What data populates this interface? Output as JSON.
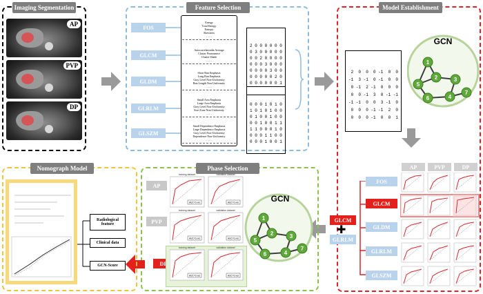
{
  "panels": {
    "imaging": {
      "title": "Imaging Segmentation",
      "phases": [
        "AP",
        "PVP",
        "DP"
      ]
    },
    "feature": {
      "title": "Feature Selection",
      "buttons": [
        "FOS",
        "GLCM",
        "GLDM",
        "GLRLM",
        "GLSZM"
      ],
      "lists": [
        [
          "Energy",
          "Total Energy",
          "Entropy",
          "Skewness",
          "……"
        ],
        [
          "Autocorrelationlat Average",
          "Cluster Prominence",
          "Cluster Shade",
          "……"
        ],
        [
          "Short Run Emphasis",
          "Long Run Emphasis",
          "Gray Level Non-Uniformity",
          "Run Length Non-Uniformity",
          "……"
        ],
        [
          "Small Area Emphasis",
          "Large Area Emphasis",
          "Gray Level Non-Uniformity",
          "Size-Zone Non-Uniformity",
          "……"
        ],
        [
          "Small Dependence Emphasis",
          "Large Dependence Emphasis",
          "Gray Level Non-Uniformity",
          "Dependence Non-Uniformity",
          "……"
        ]
      ],
      "matrix_top": [
        "2 0 0 0 0 0 0",
        "0 3 0 0 0 0 0",
        "0 0 2 0 0 0 0",
        "0 0 0 3 0 0 0",
        "0 0 0 0 3 0 0",
        "0 0 0 0 0 2 0",
        "0 0 0 0 0 0 1"
      ],
      "matrix_bottom": [
        "0 0 0 1 0 1 0",
        "1 0 1 0 1 0 0",
        "0 1 0 0 1 0 0",
        "0 0 1 0 0 1 1",
        "1 1 0 0 0 1 0",
        "0 0 0 1 1 0 0",
        "0 0 0 1 0 0 1"
      ]
    },
    "model": {
      "title": "Model Establishment",
      "matrix": [
        " 2  0  0  0 -1  0  0",
        "-1  3 -1  0 -1  0  0",
        " 0 -1  2 -1  0  0  0",
        " 0  0 -1  3  0 -1 -1",
        "-1 -1  0  0  3 -1  0",
        " 0  0  0 -1 -1  2  0",
        " 0  0  0 -1  0  0  1"
      ],
      "gcn_label": "GCN",
      "nodes": [
        "1",
        "2",
        "3",
        "4",
        "5",
        "6",
        "7"
      ],
      "phase_headers": [
        "AP",
        "PVP",
        "DP"
      ],
      "feature_rows": [
        "FOS",
        "GLCM",
        "GLDM",
        "GLRLM",
        "GLSZM"
      ]
    },
    "phase": {
      "title": "Phase Selection",
      "labels": [
        "AP",
        "PVP",
        "DP"
      ],
      "gcn_label": "GCN",
      "nodes": [
        "1",
        "2",
        "3",
        "4",
        "5",
        "6",
        "7"
      ],
      "side_tags": [
        "GLCM",
        "GLRLM"
      ],
      "plot_titles": [
        "training dataset",
        "validation dataset"
      ],
      "auc": [
        "AUC=0.xxx"
      ]
    },
    "nomograph": {
      "title": "Nomograph Model",
      "boxes": [
        "Radiological feature",
        "Clinical data",
        "GCN-Score"
      ]
    }
  },
  "colors": {
    "imaging_border": "#000000",
    "feature_border": "#8dbbe0",
    "model_border": "#d9252a",
    "phase_border": "#8cc152",
    "nomo_border": "#f0c33c",
    "node_green": "#5fa83a",
    "feature_btn": "#b9d3ec",
    "highlight_red": "#e3201b"
  }
}
